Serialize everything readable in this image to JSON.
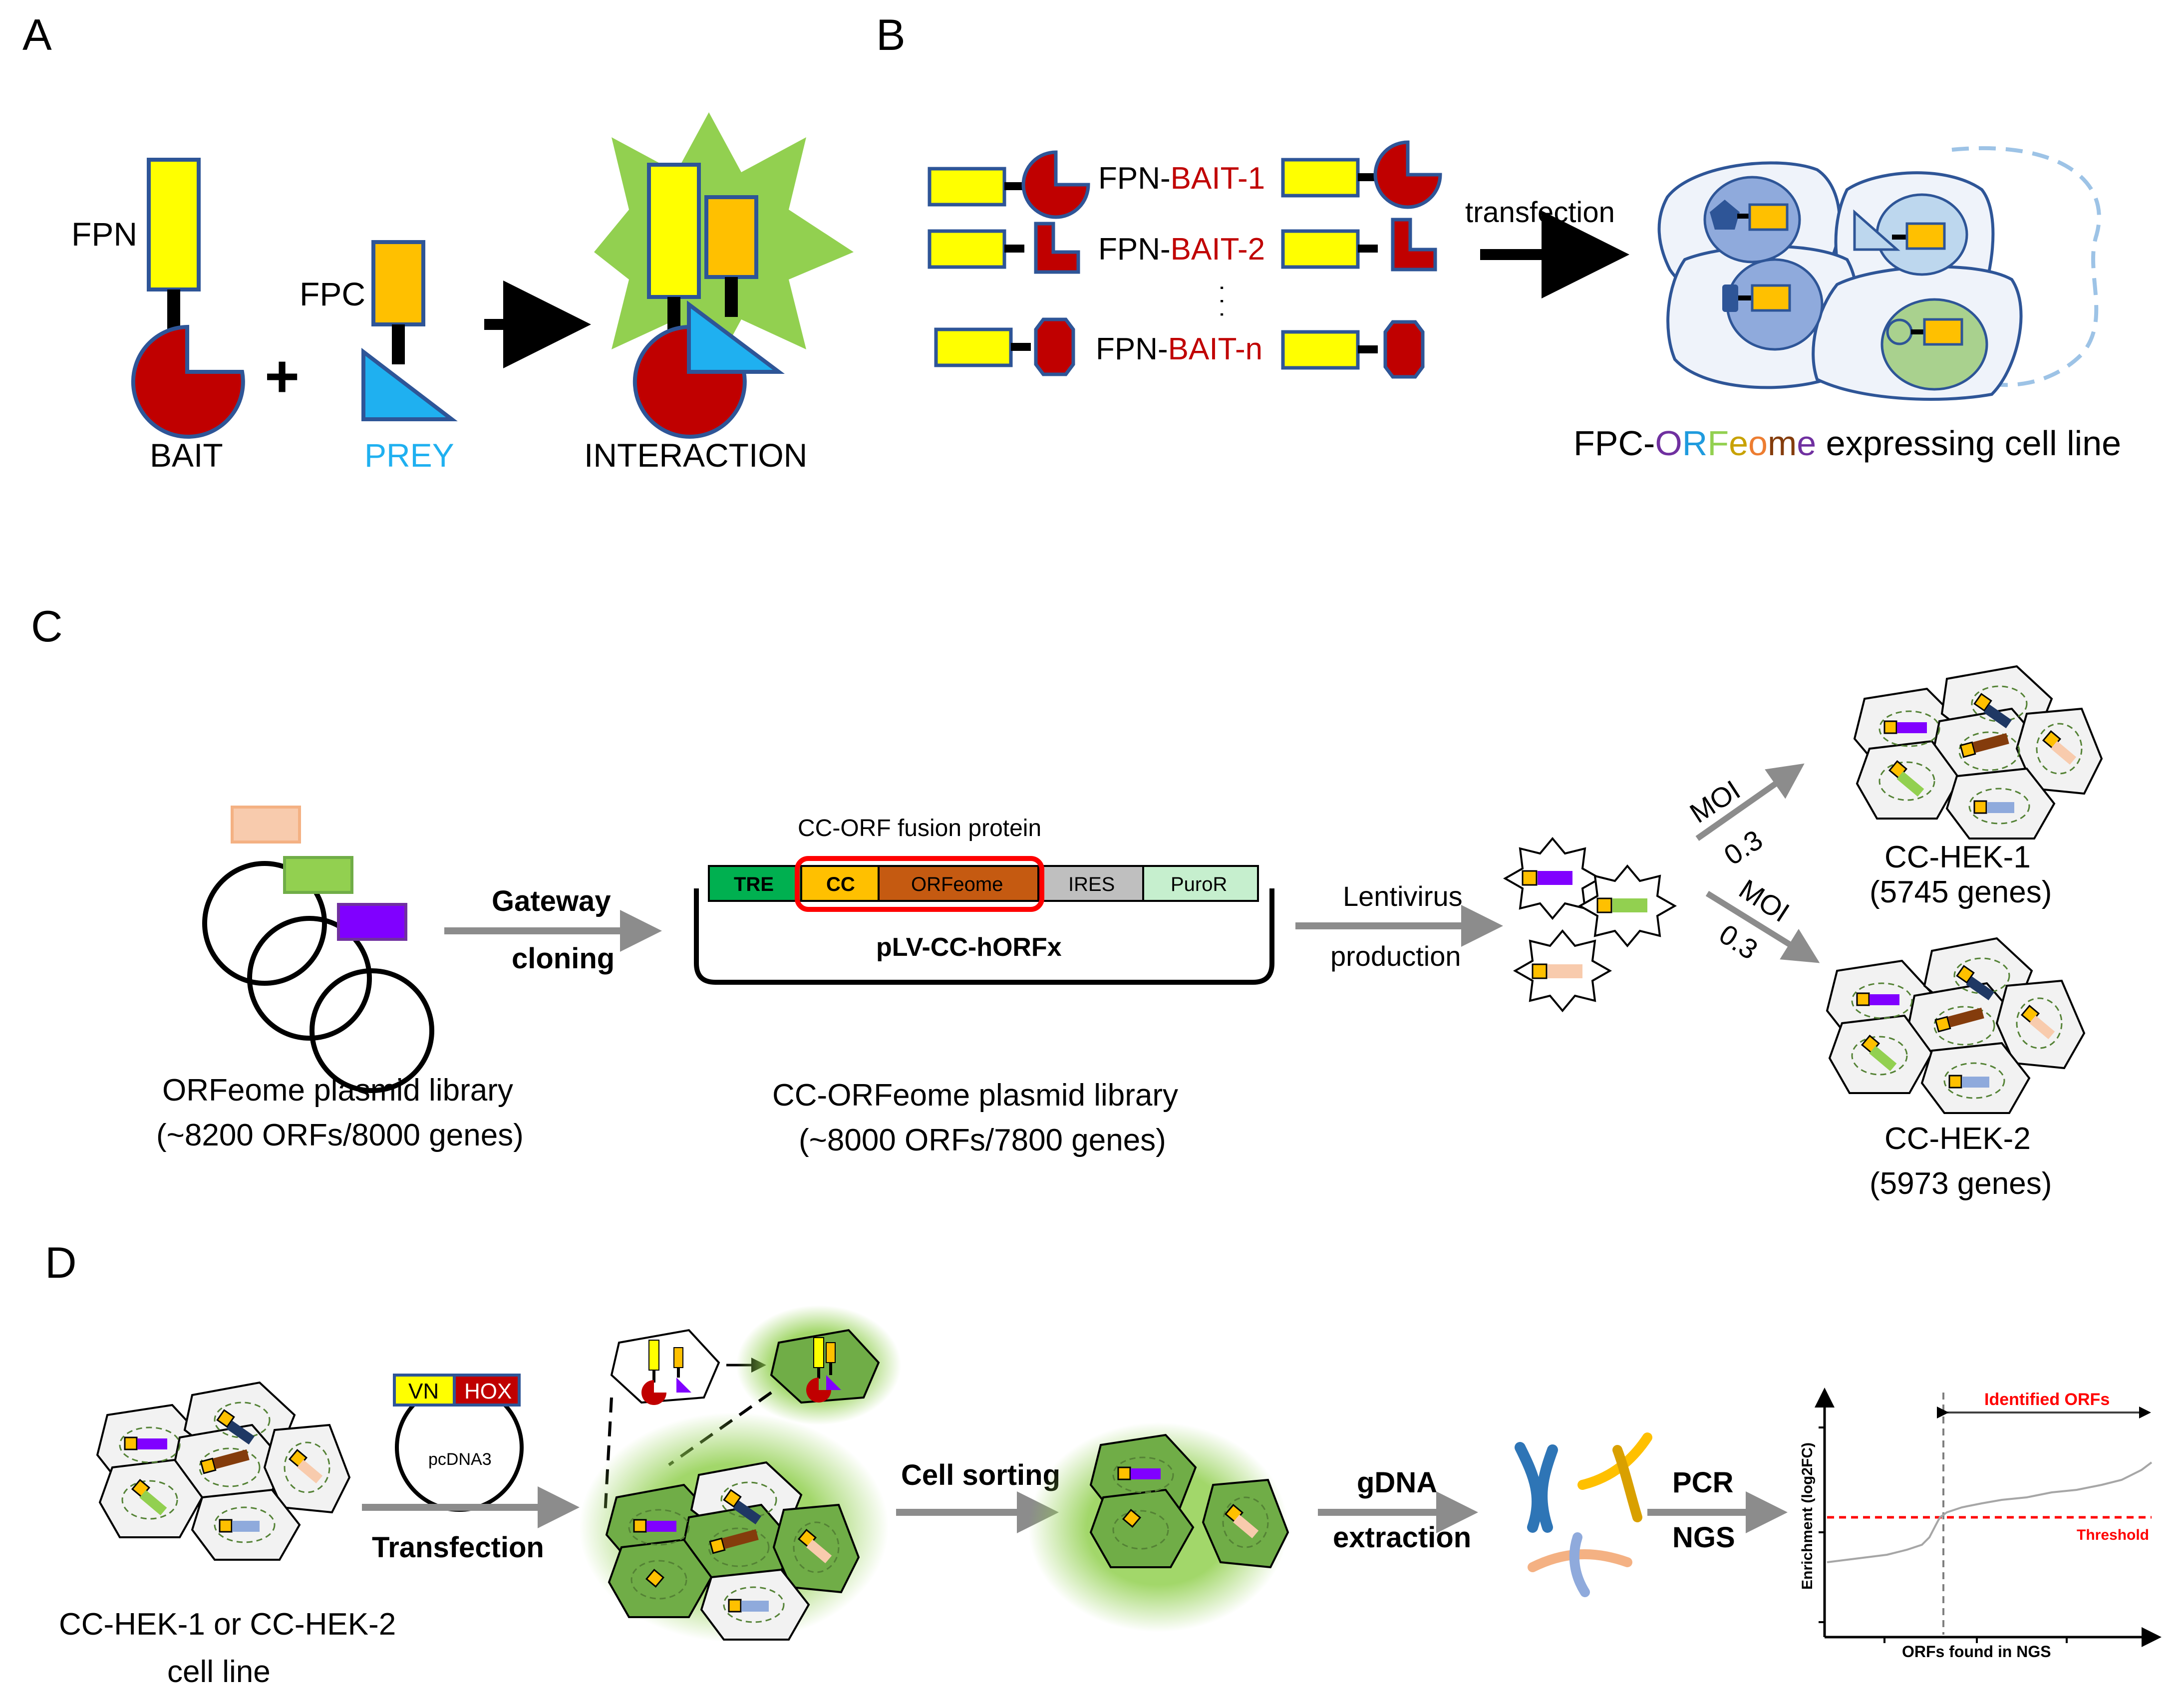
{
  "panels": {
    "a": {
      "letter": "A",
      "fpn": "FPN",
      "fpc": "FPC",
      "plus": "+",
      "bait": "BAIT",
      "prey": "PREY",
      "interaction": "INTERACTION"
    },
    "b": {
      "letter": "B",
      "baits": [
        {
          "prefix": "FPN-",
          "name": "BAIT-1"
        },
        {
          "prefix": "FPN-",
          "name": "BAIT-2"
        },
        {
          "prefix": "FPN-",
          "name": "BAIT-n"
        }
      ],
      "dots": ". . .",
      "transfection": "transfection",
      "cell_line": {
        "parts": [
          {
            "text": "FPC-",
            "color": "#000000"
          },
          {
            "text": "O",
            "color": "#7030a0"
          },
          {
            "text": "R",
            "color": "#1f9bde"
          },
          {
            "text": "F",
            "color": "#92d050"
          },
          {
            "text": "e",
            "color": "#c8a200"
          },
          {
            "text": "o",
            "color": "#ed7d31"
          },
          {
            "text": "m",
            "color": "#843c0c"
          },
          {
            "text": "e",
            "color": "#7030a0"
          },
          {
            "text": " expressing cell line",
            "color": "#000000"
          }
        ]
      }
    },
    "c": {
      "letter": "C",
      "library1_line1": "ORFeome plasmid library",
      "library1_line2": "(~8200 ORFs/8000 genes)",
      "gateway_line1": "Gateway",
      "gateway_line2": "cloning",
      "fusion_label": "CC-ORF fusion protein",
      "segments": [
        "TRE",
        "CC",
        "ORFeome",
        "IRES",
        "PuroR"
      ],
      "vector_name": "pLV-CC-hORFx",
      "library2_line1": "CC-ORFeome plasmid library",
      "library2_line2": "(~8000 ORFs/7800 genes)",
      "lentivirus_line1": "Lentivirus",
      "lentivirus_line2": "production",
      "moi": "MOI",
      "moi_value": "0.3",
      "line1_name": "CC-HEK-1",
      "line1_genes": "(5745 genes)",
      "line2_name": "CC-HEK-2",
      "line2_genes": "(5973 genes)"
    },
    "d": {
      "letter": "D",
      "vn": "VN",
      "hox": "HOX",
      "plasmid": "pcDNA3",
      "transfection": "Transfection",
      "cell_sorting": "Cell sorting",
      "gdna_line1": "gDNA",
      "gdna_line2": "extraction",
      "pcr": "PCR",
      "ngs": "NGS",
      "source_line1": "CC-HEK-1 or CC-HEK-2",
      "source_line2": "cell line",
      "plot": {
        "identified": "Identified ORFs",
        "threshold": "Threshold",
        "ylabel": "Enrichment (log2FC)",
        "xlabel": "ORFs found in NGS"
      }
    }
  },
  "colors": {
    "yellow": "#ffff00",
    "orange": "#ffc000",
    "dark_red": "#c00000",
    "blue": "#1fb0f0",
    "green_star": "#92d050",
    "outline": "#2e5597",
    "gray_arrow": "#8c8c8c"
  }
}
